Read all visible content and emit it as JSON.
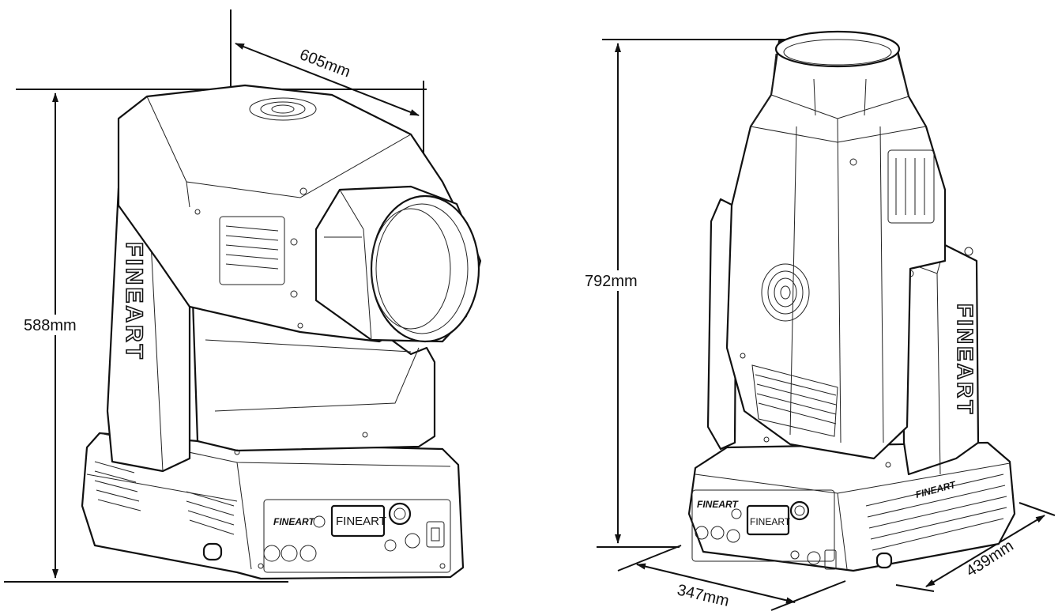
{
  "dimensions": {
    "length": "605mm",
    "height_side": "588mm",
    "height_front": "792mm",
    "depth": "347mm",
    "width": "439mm"
  },
  "brand": {
    "arm_label": "FINEART",
    "base_label": "FINEART",
    "display_label": "FINEART"
  },
  "colors": {
    "line": "#111111",
    "background": "#ffffff"
  }
}
